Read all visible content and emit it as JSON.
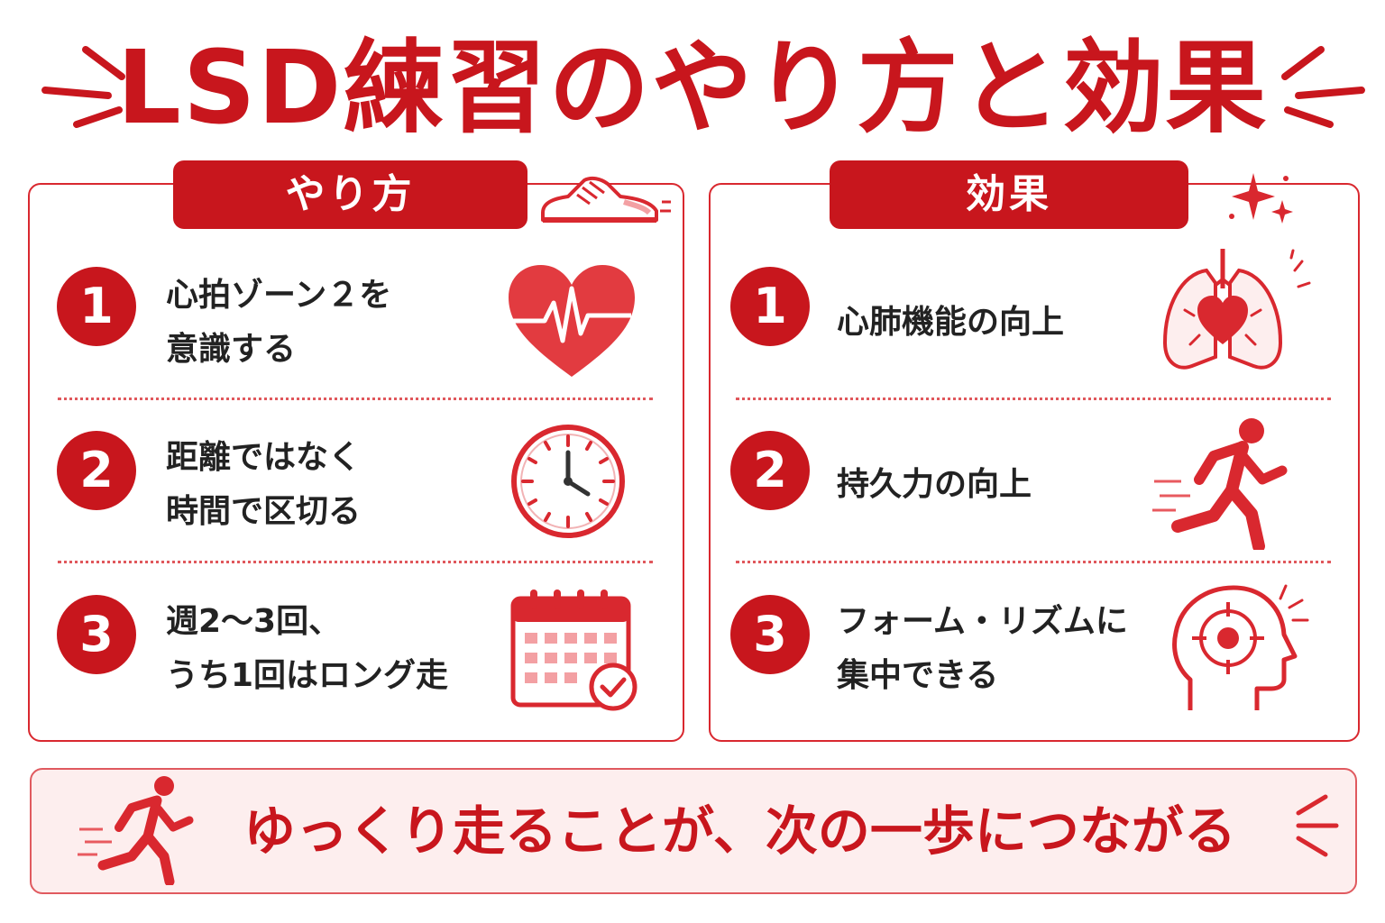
{
  "title": "LSD練習のやり方と効果",
  "method": {
    "heading": "やり方",
    "items": [
      {
        "number": "1",
        "line1": "心拍ゾーン２を",
        "line2": "意識する"
      },
      {
        "number": "2",
        "line1": "距離ではなく",
        "line2": "時間で区切る"
      },
      {
        "number": "3",
        "line1": "週2〜3回、",
        "line2": "うち1回はロング走"
      }
    ]
  },
  "effects": {
    "heading": "効果",
    "items": [
      {
        "number": "1",
        "line1": "心肺機能の向上",
        "line2": ""
      },
      {
        "number": "2",
        "line1": "持久力の向上",
        "line2": ""
      },
      {
        "number": "3",
        "line1": "フォーム・リズムに",
        "line2": "集中できる"
      }
    ]
  },
  "footer": {
    "message": "ゆっくり走ることが、次の一歩につながる"
  },
  "icons": [
    "shoe-icon",
    "sparkle-icon",
    "heart-rate-icon",
    "clock-icon",
    "calendar-check-icon",
    "lungs-heart-icon",
    "runner-icon",
    "focus-head-icon"
  ],
  "colors": {
    "accent": "#c8161d",
    "light": "#fdeeee",
    "text": "#222222"
  }
}
